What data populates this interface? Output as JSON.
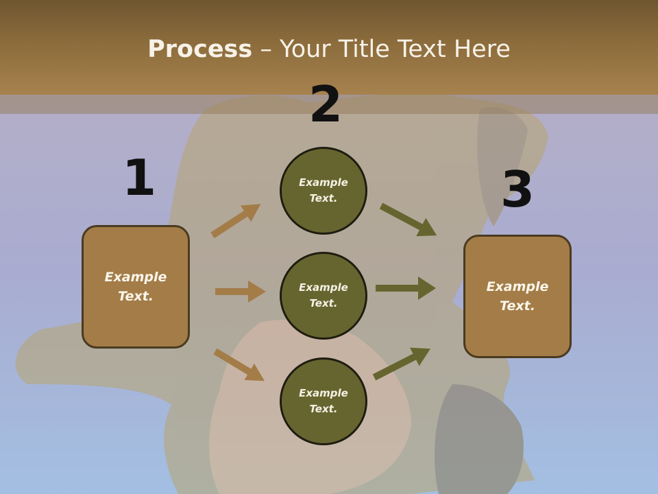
{
  "slide": {
    "title_bold": "Process",
    "title_rest": " – Your Title Text Here",
    "colors": {
      "header": "#8c6c3c",
      "box_fill": "#a37c48",
      "circle_fill": "#67652f",
      "arrow_left": "#a37c48",
      "arrow_right": "#67652f"
    }
  },
  "steps": {
    "one": "1",
    "two": "2",
    "three": "3"
  },
  "left_box": {
    "text": "Example\nText."
  },
  "right_box": {
    "text": "Example\nText."
  },
  "circles": [
    {
      "text": "Example\nText."
    },
    {
      "text": "Example\nText."
    },
    {
      "text": "Example\nText."
    }
  ]
}
